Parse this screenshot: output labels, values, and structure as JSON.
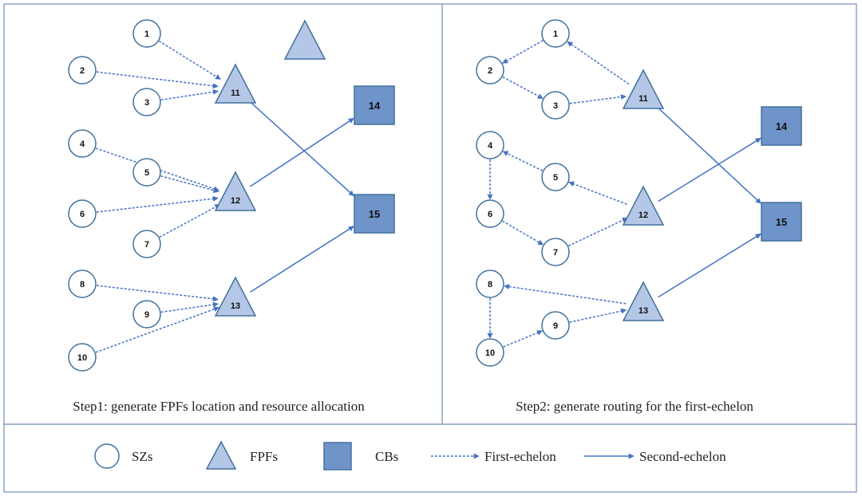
{
  "colors": {
    "stroke": "#4472c4",
    "border": "#6d8bb8",
    "circle_stroke": "#41719c",
    "triangle_fill": "#b4c7e7",
    "triangle_stroke": "#41719c",
    "square_fill": "#6f94c9",
    "square_stroke": "#41719c",
    "edge": "#4472c4"
  },
  "panels": [
    {
      "id": "step1",
      "caption": "Step1: generate FPFs location and resource allocation",
      "nodes": [
        {
          "id": "1",
          "type": "SZ",
          "label": "1"
        },
        {
          "id": "2",
          "type": "SZ",
          "label": "2"
        },
        {
          "id": "3",
          "type": "SZ",
          "label": "3"
        },
        {
          "id": "4",
          "type": "SZ",
          "label": "4"
        },
        {
          "id": "5",
          "type": "SZ",
          "label": "5"
        },
        {
          "id": "6",
          "type": "SZ",
          "label": "6"
        },
        {
          "id": "7",
          "type": "SZ",
          "label": "7"
        },
        {
          "id": "8",
          "type": "SZ",
          "label": "8"
        },
        {
          "id": "9",
          "type": "SZ",
          "label": "9"
        },
        {
          "id": "10",
          "type": "SZ",
          "label": "10"
        },
        {
          "id": "11",
          "type": "FPF",
          "label": "11"
        },
        {
          "id": "12",
          "type": "FPF",
          "label": "12"
        },
        {
          "id": "13",
          "type": "FPF",
          "label": "13"
        },
        {
          "id": "idle",
          "type": "FPF",
          "label": ""
        },
        {
          "id": "14",
          "type": "CB",
          "label": "14"
        },
        {
          "id": "15",
          "type": "CB",
          "label": "15"
        }
      ],
      "edges": [
        {
          "from": "1",
          "to": "11",
          "kind": "first"
        },
        {
          "from": "2",
          "to": "11",
          "kind": "first"
        },
        {
          "from": "3",
          "to": "11",
          "kind": "first"
        },
        {
          "from": "4",
          "to": "12",
          "kind": "first"
        },
        {
          "from": "5",
          "to": "12",
          "kind": "first"
        },
        {
          "from": "6",
          "to": "12",
          "kind": "first"
        },
        {
          "from": "7",
          "to": "12",
          "kind": "first"
        },
        {
          "from": "8",
          "to": "13",
          "kind": "first"
        },
        {
          "from": "9",
          "to": "13",
          "kind": "first"
        },
        {
          "from": "10",
          "to": "13",
          "kind": "first"
        },
        {
          "from": "11",
          "to": "15",
          "kind": "second"
        },
        {
          "from": "12",
          "to": "14",
          "kind": "second"
        },
        {
          "from": "13",
          "to": "15",
          "kind": "second"
        }
      ]
    },
    {
      "id": "step2",
      "caption": "Step2: generate routing for the first-echelon",
      "nodes": [
        {
          "id": "1",
          "type": "SZ",
          "label": "1"
        },
        {
          "id": "2",
          "type": "SZ",
          "label": "2"
        },
        {
          "id": "3",
          "type": "SZ",
          "label": "3"
        },
        {
          "id": "4",
          "type": "SZ",
          "label": "4"
        },
        {
          "id": "5",
          "type": "SZ",
          "label": "5"
        },
        {
          "id": "6",
          "type": "SZ",
          "label": "6"
        },
        {
          "id": "7",
          "type": "SZ",
          "label": "7"
        },
        {
          "id": "8",
          "type": "SZ",
          "label": "8"
        },
        {
          "id": "9",
          "type": "SZ",
          "label": "9"
        },
        {
          "id": "10",
          "type": "SZ",
          "label": "10"
        },
        {
          "id": "11",
          "type": "FPF",
          "label": "11"
        },
        {
          "id": "12",
          "type": "FPF",
          "label": "12"
        },
        {
          "id": "13",
          "type": "FPF",
          "label": "13"
        },
        {
          "id": "14",
          "type": "CB",
          "label": "14"
        },
        {
          "id": "15",
          "type": "CB",
          "label": "15"
        }
      ],
      "edges": [
        {
          "from": "11",
          "to": "1",
          "kind": "first"
        },
        {
          "from": "1",
          "to": "2",
          "kind": "first"
        },
        {
          "from": "2",
          "to": "3",
          "kind": "first"
        },
        {
          "from": "3",
          "to": "11",
          "kind": "first"
        },
        {
          "from": "12",
          "to": "5",
          "kind": "first"
        },
        {
          "from": "5",
          "to": "4",
          "kind": "first"
        },
        {
          "from": "4",
          "to": "6",
          "kind": "first"
        },
        {
          "from": "6",
          "to": "7",
          "kind": "first"
        },
        {
          "from": "7",
          "to": "12",
          "kind": "first"
        },
        {
          "from": "13",
          "to": "8",
          "kind": "first"
        },
        {
          "from": "8",
          "to": "10",
          "kind": "first"
        },
        {
          "from": "10",
          "to": "9",
          "kind": "first"
        },
        {
          "from": "9",
          "to": "13",
          "kind": "first"
        },
        {
          "from": "11",
          "to": "15",
          "kind": "second"
        },
        {
          "from": "12",
          "to": "14",
          "kind": "second"
        },
        {
          "from": "13",
          "to": "15",
          "kind": "second"
        }
      ]
    }
  ],
  "legend": {
    "sz_label": "SZs",
    "fpf_label": "FPFs",
    "cb_label": "CBs",
    "first_label": "First-echelon",
    "second_label": "Second-echelon"
  }
}
